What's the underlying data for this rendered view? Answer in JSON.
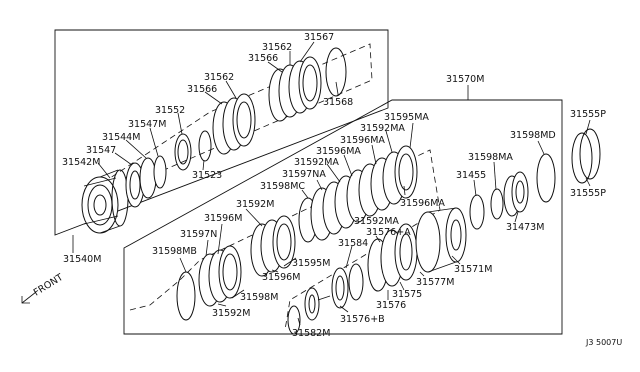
{
  "labels": {
    "p31567": "31567",
    "p31562a": "31562",
    "p31566a": "31566",
    "p31562b": "31562",
    "p31566b": "31566",
    "p31568": "31568",
    "p31552": "31552",
    "p31547M": "31547M",
    "p31544M": "31544M",
    "p31547": "31547",
    "p31542M": "31542M",
    "p31523": "31523",
    "p31540M": "31540M",
    "p31570M": "31570M",
    "p31555Pa": "31555P",
    "p31555Pb": "31555P",
    "p31595MAa": "31595MA",
    "p31592MAa": "31592MA",
    "p31596MAa": "31596MA",
    "p31596MAb": "31596MA",
    "p31592MAb": "31592MA",
    "p31597NA": "31597NA",
    "p31598MC": "31598MC",
    "p31596MAc": "31596MA",
    "p31592MAc": "31592MA",
    "p31598MD": "31598MD",
    "p31598MA": "31598MA",
    "p31455": "31455",
    "p31473M": "31473M",
    "p31592Ma": "31592M",
    "p31596Ma": "31596M",
    "p31597N": "31597N",
    "p31598MB": "31598MB",
    "p31595M": "31595M",
    "p31596Mb": "31596M",
    "p31598M": "31598M",
    "p31592Mb": "31592M",
    "p31576A": "31576+A",
    "p31584": "31584",
    "p31571M": "31571M",
    "p31577M": "31577M",
    "p31575": "31575",
    "p31576": "31576",
    "p31576B": "31576+B",
    "p31582M": "31582M",
    "front": "FRONT"
  },
  "diagram_code": "J3 5007U"
}
